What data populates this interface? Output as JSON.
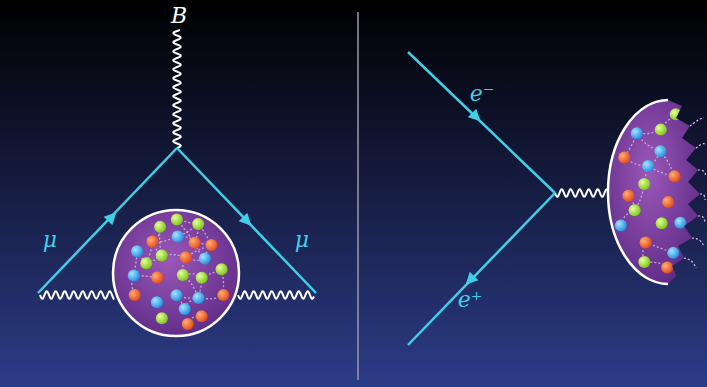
{
  "diagram": {
    "labels": [
      "B",
      "μ",
      "μ",
      "e⁻",
      "e⁺"
    ]
  }
}
